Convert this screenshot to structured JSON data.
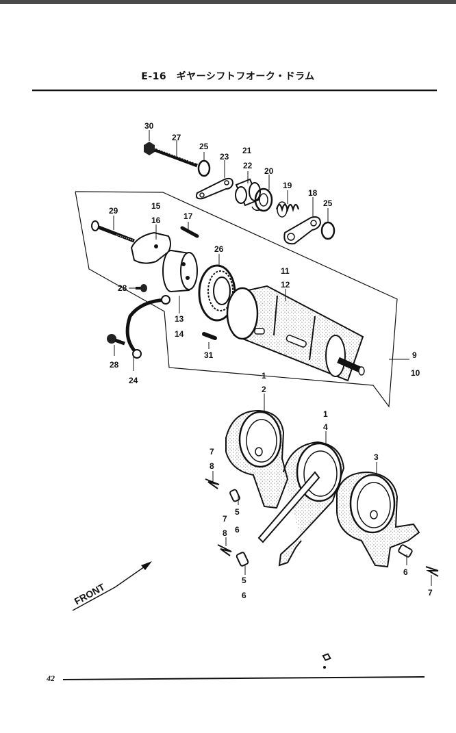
{
  "title": "E-16　ギヤーシフトフオーク・ドラム",
  "page_number": "42",
  "front_label": "FRONT",
  "handwritten_mark": "ᛜ",
  "callouts": [
    {
      "id": "c30",
      "text": "30"
    },
    {
      "id": "c27",
      "text": "27"
    },
    {
      "id": "c25a",
      "text": "25"
    },
    {
      "id": "c23",
      "text": "23"
    },
    {
      "id": "c21",
      "text": "21"
    },
    {
      "id": "c22",
      "text": "22"
    },
    {
      "id": "c20",
      "text": "20"
    },
    {
      "id": "c19",
      "text": "19"
    },
    {
      "id": "c18",
      "text": "18"
    },
    {
      "id": "c25b",
      "text": "25"
    },
    {
      "id": "c29",
      "text": "29"
    },
    {
      "id": "c15",
      "text": "15"
    },
    {
      "id": "c16",
      "text": "16"
    },
    {
      "id": "c17",
      "text": "17"
    },
    {
      "id": "c26",
      "text": "26"
    },
    {
      "id": "c11",
      "text": "11"
    },
    {
      "id": "c12",
      "text": "12"
    },
    {
      "id": "c28a",
      "text": "28"
    },
    {
      "id": "c13",
      "text": "13"
    },
    {
      "id": "c14",
      "text": "14"
    },
    {
      "id": "c31",
      "text": "31"
    },
    {
      "id": "c28b",
      "text": "28"
    },
    {
      "id": "c24",
      "text": "24"
    },
    {
      "id": "c9",
      "text": "9"
    },
    {
      "id": "c10",
      "text": "10"
    },
    {
      "id": "c1a",
      "text": "1"
    },
    {
      "id": "c2",
      "text": "2"
    },
    {
      "id": "c1b",
      "text": "1"
    },
    {
      "id": "c4",
      "text": "4"
    },
    {
      "id": "c3",
      "text": "3"
    },
    {
      "id": "c7a",
      "text": "7"
    },
    {
      "id": "c8a",
      "text": "8"
    },
    {
      "id": "c5a",
      "text": "5"
    },
    {
      "id": "c6a",
      "text": "6"
    },
    {
      "id": "c7b",
      "text": "7"
    },
    {
      "id": "c8b",
      "text": "8"
    },
    {
      "id": "c5b",
      "text": "5"
    },
    {
      "id": "c6b",
      "text": "6"
    },
    {
      "id": "c6c",
      "text": "6"
    },
    {
      "id": "c7c",
      "text": "7"
    }
  ]
}
